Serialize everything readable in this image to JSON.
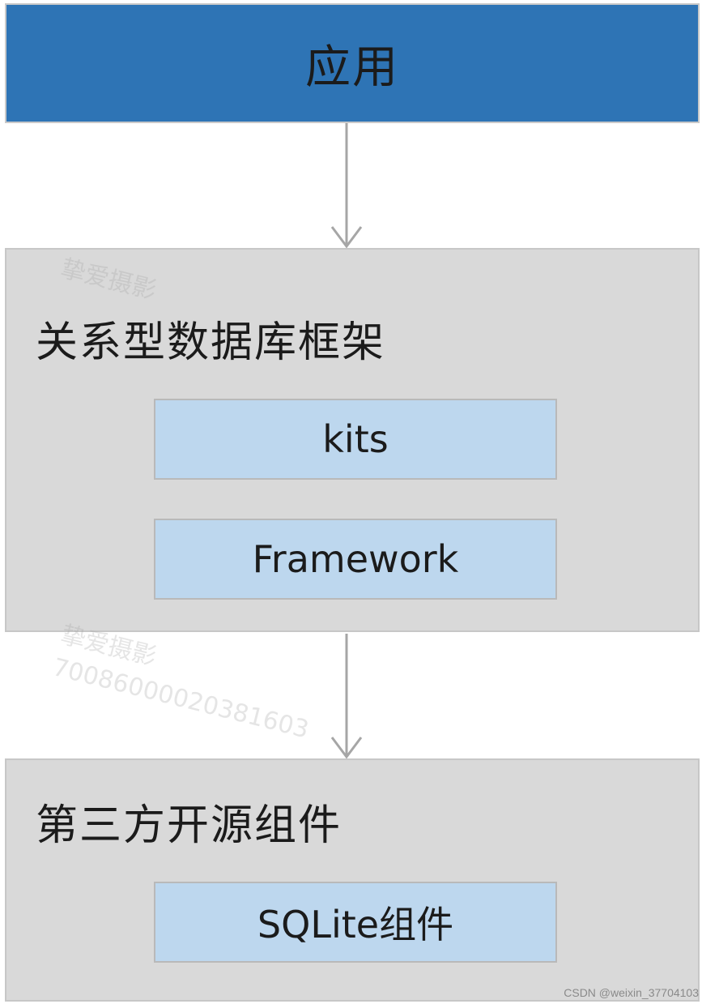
{
  "app": {
    "label": "应用"
  },
  "rdb": {
    "title": "关系型数据库框架",
    "items": [
      {
        "label": "kits"
      },
      {
        "label": "Framework"
      }
    ]
  },
  "oss": {
    "title": "第三方开源组件",
    "items": [
      {
        "label": "SQLite组件"
      }
    ]
  },
  "watermark": {
    "name": "挚爱摄影",
    "number": "700860000203816​03"
  },
  "footer": {
    "credit": "CSDN @weixin_37704103"
  },
  "colors": {
    "app_fill": "#2e74b5",
    "layer_fill": "#d9d9d9",
    "component_fill": "#bdd7ee",
    "arrow": "#a6a6a6"
  }
}
